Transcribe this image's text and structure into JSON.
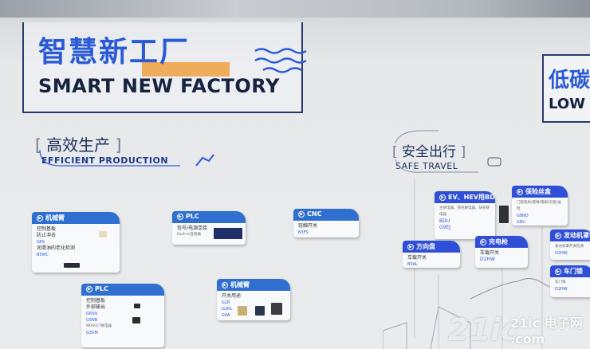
{
  "header": {
    "title_zh": "智慧新工厂",
    "title_en": "SMART NEW FACTORY"
  },
  "right_header": {
    "title_zh": "低碳",
    "title_en": "LOW C"
  },
  "sections": {
    "production": {
      "title_zh": "高效生产",
      "title_en": "EFFICIENT PRODUCTION"
    },
    "travel": {
      "title_zh": "安全出行",
      "title_en": "SAFE TRAVEL"
    }
  },
  "production_cards": [
    {
      "title": "机械臂",
      "lines": [
        "控制基板",
        "防止冲击",
        "G6S",
        "润滑油的老化检测",
        "B5WC"
      ]
    },
    {
      "title": "PLC",
      "lines": [
        "信号/电源连接",
        "Push-in连接器"
      ]
    },
    {
      "title": "CNC",
      "lines": [
        "轻触开关",
        "B3FS"
      ]
    },
    {
      "title": "PLC",
      "lines": [
        "控制基板",
        "外部输出",
        "G6SN",
        "G5NB",
        "MOSFET继电器",
        "G3VM"
      ]
    },
    {
      "title": "机械臂",
      "lines": [
        "开关用途",
        "G2R",
        "G2RL",
        "G4A"
      ]
    }
  ],
  "travel_cards": [
    {
      "title": "EV、HEV用BDU",
      "lines": [
        "主继电器、预充继电器、快充继电器",
        "BDU",
        "G9EJ"
      ]
    },
    {
      "title": "保险丝盒",
      "lines": [
        "门窗电机/座椅/雨刷/天窗/油泵",
        "G8ND",
        "G8V"
      ]
    },
    {
      "title": "方向盘",
      "lines": [
        "车载开关",
        "B3AL"
      ]
    },
    {
      "title": "充电枪",
      "lines": [
        "车载开关",
        "D2HW"
      ]
    },
    {
      "title": "发动机罩锁",
      "lines": [
        "发动机罩开关检测",
        "D2HW"
      ]
    },
    {
      "title": "车门锁",
      "lines": [
        "车门锁",
        "D2HW"
      ]
    }
  ],
  "watermark": "21ic 电子网 .com",
  "colors": {
    "accent_blue": "#2a5ad6",
    "navy": "#16223f",
    "production_header": "#2f6fcf",
    "travel_header": "#2f4fd6",
    "orange": "#f0a040"
  }
}
